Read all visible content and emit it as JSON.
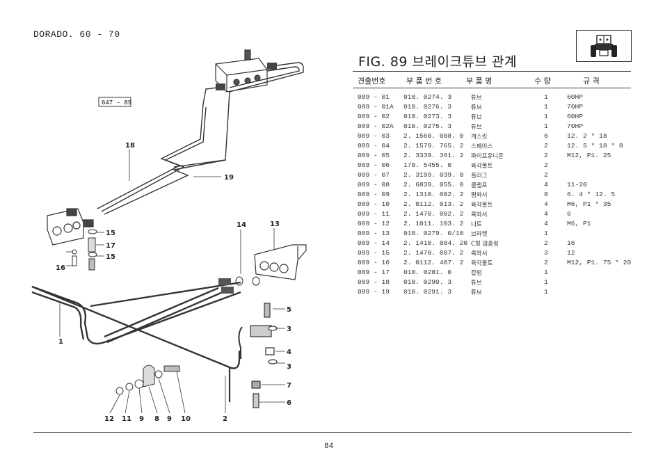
{
  "header": {
    "model": "DORADO. 60 - 70",
    "fig_title": "FIG. 89 브레이크튜브 관계"
  },
  "tractor_icon": "tractor-front-icon",
  "columns": [
    "견출번호",
    "부 품 번 호",
    "부 품 명",
    "수 량",
    "규 격"
  ],
  "parts": [
    {
      "ref": "089 - 01",
      "no": "010. 0274. 3",
      "name": "튜브",
      "qty": "1",
      "spec": "60HP"
    },
    {
      "ref": "089 - 01A",
      "no": "010. 0276. 3",
      "name": "튜브",
      "qty": "1",
      "spec": "70HP"
    },
    {
      "ref": "089 - 02",
      "no": "010. 0273. 3",
      "name": "튜브",
      "qty": "1",
      "spec": "60HP"
    },
    {
      "ref": "089 - 02A",
      "no": "010. 0275. 3",
      "name": "튜브",
      "qty": "1",
      "spec": "70HP"
    },
    {
      "ref": "089 - 03",
      "no": "2. 1560. 008. 0",
      "name": "개스킷",
      "qty": "6",
      "spec": "12. 2 * 18"
    },
    {
      "ref": "089 - 04",
      "no": "2. 1579. 765. 2",
      "name": "스페이스",
      "qty": "2",
      "spec": "12. 5 * 18 * 8"
    },
    {
      "ref": "089 - 05",
      "no": "2. 3339. 361. 2",
      "name": "파이프유니온",
      "qty": "2",
      "spec": "M12, P1. 25"
    },
    {
      "ref": "089 - 06",
      "no": "170. 5455. 0",
      "name": "육각볼트",
      "qty": "2",
      "spec": ""
    },
    {
      "ref": "089 - 07",
      "no": "2. 3199. 039. 0",
      "name": "플러그",
      "qty": "2",
      "spec": ""
    },
    {
      "ref": "089 - 08",
      "no": "2. 6839. 055. 0",
      "name": "클램프",
      "qty": "4",
      "spec": "11-20"
    },
    {
      "ref": "089 - 09",
      "no": "2. 1310. 002. 2",
      "name": "평와서",
      "qty": "8",
      "spec": "6. 4 * 12. 5"
    },
    {
      "ref": "089 - 10",
      "no": "2. 0112. 013. 2",
      "name": "육각볼트",
      "qty": "4",
      "spec": "M6, P1 * 35"
    },
    {
      "ref": "089 - 11",
      "no": "2. 1470. 002. 2",
      "name": "록와서",
      "qty": "4",
      "spec": "6"
    },
    {
      "ref": "089 - 12",
      "no": "2. 1011. 103. 2",
      "name": "너트",
      "qty": "4",
      "spec": "M6, P1"
    },
    {
      "ref": "089 - 13",
      "no": "010. 0279. 0/10",
      "name": "브라켓",
      "qty": "1",
      "spec": ""
    },
    {
      "ref": "089 - 14",
      "no": "2. 1410. 004. 20",
      "name": "C형 멈춤링",
      "qty": "2",
      "spec": "16"
    },
    {
      "ref": "089 - 15",
      "no": "2. 1470. 007. 2",
      "name": "록와서",
      "qty": "3",
      "spec": "12"
    },
    {
      "ref": "089 - 16",
      "no": "2. 0112. 407. 2",
      "name": "육각볼트",
      "qty": "2",
      "spec": "M12, P1. 75 * 20"
    },
    {
      "ref": "089 - 17",
      "no": "010. 0281. 0",
      "name": "칼럼",
      "qty": "1",
      "spec": ""
    },
    {
      "ref": "089 - 18",
      "no": "010. 0290. 3",
      "name": "튜브",
      "qty": "1",
      "spec": ""
    },
    {
      "ref": "089 - 19",
      "no": "010. 0291. 3",
      "name": "튜브",
      "qty": "1",
      "spec": ""
    }
  ],
  "diagram": {
    "ref_box": "647 - 89",
    "callouts": [
      "18",
      "19",
      "15",
      "17",
      "15",
      "16",
      "14",
      "13",
      "1",
      "5",
      "3",
      "4",
      "3",
      "7",
      "6",
      "2",
      "12",
      "11",
      "9",
      "8",
      "9",
      "10"
    ]
  },
  "footer": {
    "page": "84"
  }
}
